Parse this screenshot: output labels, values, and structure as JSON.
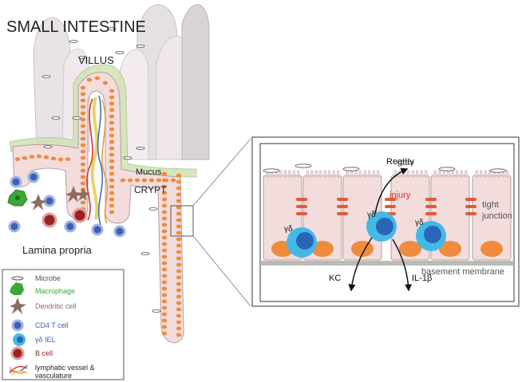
{
  "title": "SMALL INTESTINE",
  "labels": {
    "villus": "VILLUS",
    "crypt": "CRYPT",
    "mucus": "Mucus",
    "lamina_propria": "Lamina propria"
  },
  "inset": {
    "reg": "RegIIIγ",
    "injury": "injury",
    "gd": "γδ",
    "tight": "tight",
    "junction": "junction",
    "basement": "basement membrane",
    "kc": "KC",
    "il1b": "IL-1β"
  },
  "legend": [
    {
      "label": "Microbe",
      "color": "#555555"
    },
    {
      "label": "Macrophage",
      "color": "#3aaa35"
    },
    {
      "label": "Dendritic cell",
      "color": "#8a6d5e"
    },
    {
      "label": "CD4 T cell",
      "color": "#3f5fb5"
    },
    {
      "label": "γδ IEL",
      "color": "#3f5fb5"
    },
    {
      "label": "B cell",
      "color": "#a02020"
    },
    {
      "label": "lymphatic vessel &",
      "color": "#222222"
    },
    {
      "label": "vasculature",
      "color": "#222222"
    }
  ],
  "colors": {
    "epithelium": "#f2dcdc",
    "nucleus": "#f08a3c",
    "iel": "#45b9e6",
    "iel_nucleus": "#2a66b8",
    "junction": "#e05a3a",
    "mucus": "#cfe3b5",
    "membrane": "#b9bcb5",
    "injury": "#e0302a"
  }
}
